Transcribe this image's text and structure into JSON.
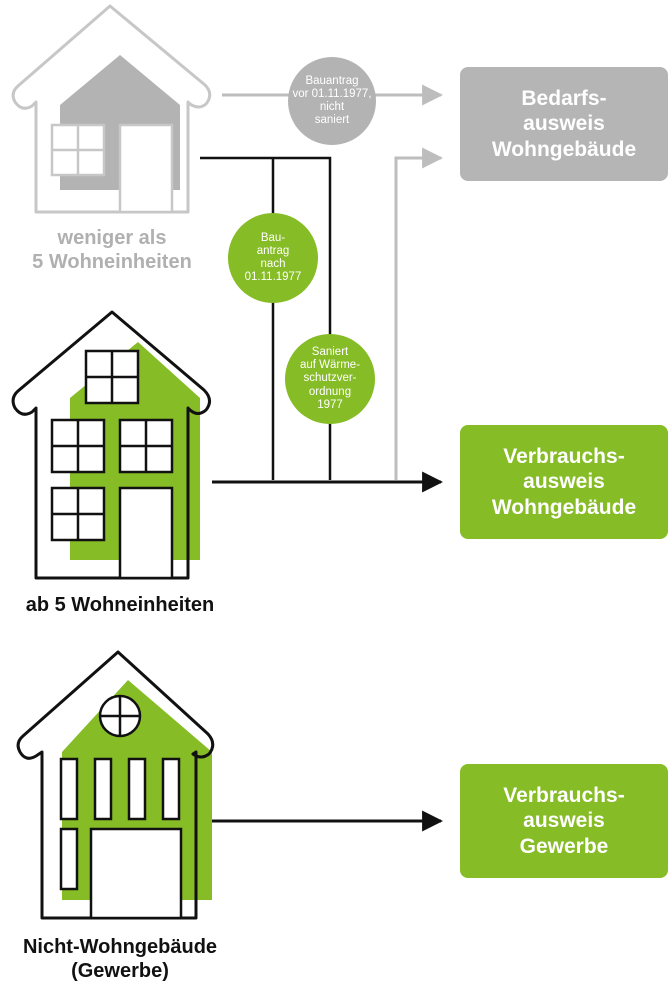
{
  "colors": {
    "green": "#86bc25",
    "gray": "#b3b3b3",
    "box_gray": "#b5b5b5",
    "line_gray": "#bdbdbd",
    "black": "#111111"
  },
  "houses": [
    {
      "id": "small",
      "icon": "house-gray-icon",
      "label_lines": [
        "weniger als",
        "5 Wohneinheiten"
      ]
    },
    {
      "id": "large",
      "icon": "house-green-icon",
      "label_lines": [
        "ab 5 Wohneinheiten"
      ]
    },
    {
      "id": "commercial",
      "icon": "house-commercial-icon",
      "label_lines": [
        "Nicht-Wohngebäude",
        "(Gewerbe)"
      ]
    }
  ],
  "conditions": [
    {
      "id": "before-1977",
      "lines": [
        "Bauantrag",
        "vor 01.11.1977,",
        "nicht",
        "saniert"
      ]
    },
    {
      "id": "after-1977",
      "lines": [
        "Bau-",
        "antrag",
        "nach",
        "01.11.1977"
      ]
    },
    {
      "id": "renovated",
      "lines": [
        "Saniert",
        "auf Wärme-",
        "schutzver-",
        "ordnung",
        "1977"
      ]
    }
  ],
  "results": [
    {
      "id": "bedarf",
      "lines": [
        "Bedarfs-",
        "ausweis",
        "Wohngebäude"
      ]
    },
    {
      "id": "verbrauch-wohn",
      "lines": [
        "Verbrauchs-",
        "ausweis",
        "Wohngebäude"
      ]
    },
    {
      "id": "verbrauch-gewerbe",
      "lines": [
        "Verbrauchs-",
        "ausweis",
        "Gewerbe"
      ]
    }
  ]
}
